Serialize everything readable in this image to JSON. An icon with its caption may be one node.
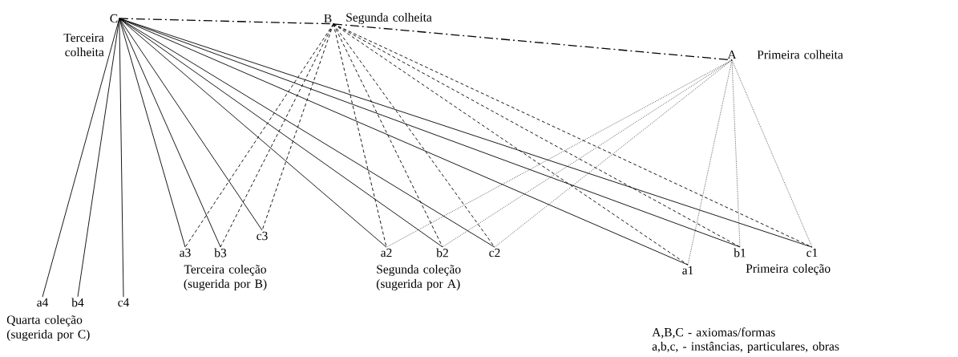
{
  "diagram": {
    "nodes": [
      {
        "text": [
          "C"
        ],
        "beside": [
          "Terceira colheita"
        ]
      },
      {
        "text": [
          "B"
        ],
        "beside": [
          "Segunda colheita"
        ]
      },
      {
        "text": [
          "A"
        ],
        "beside": [
          "Primeira colheita"
        ]
      },
      {
        "text": [
          "a4"
        ]
      },
      {
        "text": [
          "b4"
        ]
      },
      {
        "text": [
          "c4"
        ]
      },
      {
        "text": [
          "a3"
        ]
      },
      {
        "text": [
          "b3"
        ]
      },
      {
        "text": [
          "c3"
        ]
      },
      {
        "text": [
          "a2"
        ]
      },
      {
        "text": [
          "b2"
        ]
      },
      {
        "text": [
          "c2"
        ]
      },
      {
        "text": [
          "a1"
        ]
      },
      {
        "text": [
          "b1"
        ]
      },
      {
        "text": [
          "c1"
        ]
      }
    ],
    "edges": [
      {
        "from": 0,
        "to": 1,
        "arrow": "none",
        "style": "dashed"
      },
      {
        "from": 1,
        "to": 2,
        "arrow": "none",
        "style": "dashed"
      },
      {
        "from": 0,
        "to": 3,
        "arrow": "none"
      },
      {
        "from": 0,
        "to": 4,
        "arrow": "none"
      },
      {
        "from": 0,
        "to": 5,
        "arrow": "none"
      },
      {
        "from": 0,
        "to": 6,
        "arrow": "none"
      },
      {
        "from": 0,
        "to": 7,
        "arrow": "none"
      },
      {
        "from": 0,
        "to": 8,
        "arrow": "none"
      },
      {
        "from": 0,
        "to": 9,
        "arrow": "none"
      },
      {
        "from": 0,
        "to": 10,
        "arrow": "none"
      },
      {
        "from": 0,
        "to": 11,
        "arrow": "none"
      },
      {
        "from": 0,
        "to": 12,
        "arrow": "none"
      },
      {
        "from": 0,
        "to": 13,
        "arrow": "none"
      },
      {
        "from": 0,
        "to": 14,
        "arrow": "none"
      },
      {
        "from": 1,
        "to": 6,
        "arrow": "none",
        "style": "dashed"
      },
      {
        "from": 1,
        "to": 7,
        "arrow": "none",
        "style": "dashed"
      },
      {
        "from": 1,
        "to": 8,
        "arrow": "none",
        "style": "dashed"
      },
      {
        "from": 1,
        "to": 9,
        "arrow": "none",
        "style": "dashed"
      },
      {
        "from": 1,
        "to": 10,
        "arrow": "none",
        "style": "dashed"
      },
      {
        "from": 1,
        "to": 11,
        "arrow": "none",
        "style": "dashed"
      },
      {
        "from": 1,
        "to": 12,
        "arrow": "none",
        "style": "dashed"
      },
      {
        "from": 1,
        "to": 13,
        "arrow": "none",
        "style": "dashed"
      },
      {
        "from": 1,
        "to": 14,
        "arrow": "none",
        "style": "dashed"
      },
      {
        "from": 2,
        "to": 9,
        "arrow": "none",
        "style": "dashed"
      },
      {
        "from": 2,
        "to": 10,
        "arrow": "none",
        "style": "dashed"
      },
      {
        "from": 2,
        "to": 11,
        "arrow": "none",
        "style": "dashed"
      },
      {
        "from": 2,
        "to": 12,
        "arrow": "none",
        "style": "dashed"
      },
      {
        "from": 2,
        "to": 13,
        "arrow": "none",
        "style": "dashed"
      },
      {
        "from": 2,
        "to": 14,
        "arrow": "none",
        "style": "dashed"
      }
    ],
    "labels": [
      "Terceira coleção (sugerida por B)",
      "Segunda coleção (sugerida por A)",
      "Primeira coleção",
      "Quarta coleção (sugerida por C)",
      "A,B,C - axiomas/formas",
      "a,b,c, - instâncias, particulares, obras"
    ]
  }
}
